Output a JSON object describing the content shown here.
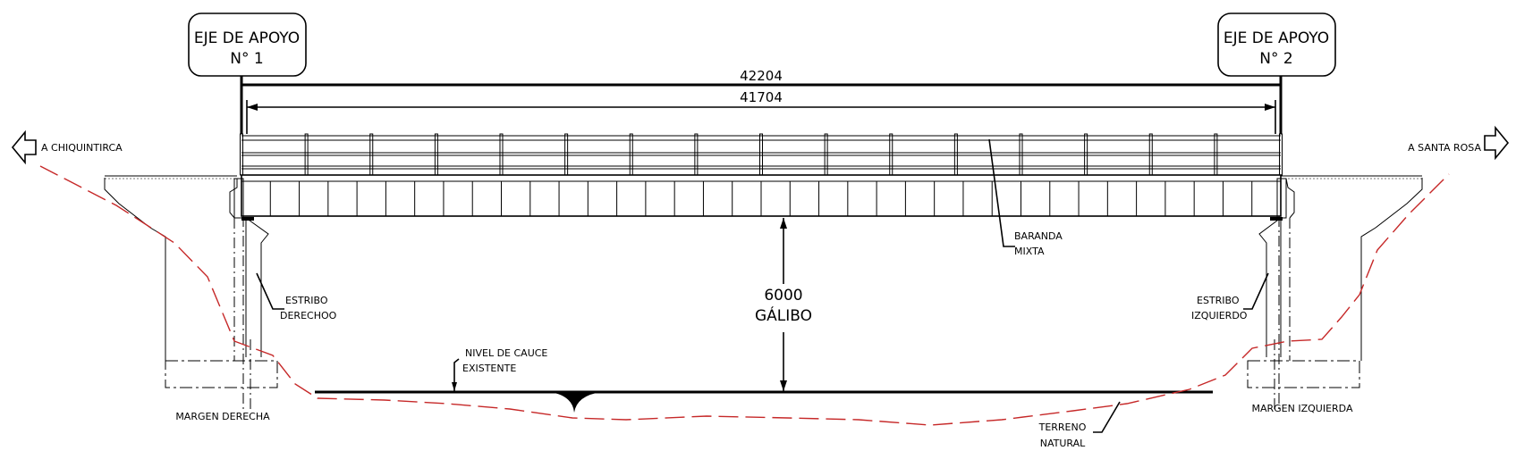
{
  "axes": {
    "left_line1": "EJE DE APOYO",
    "left_line2": "N° 1",
    "right_line1": "EJE DE APOYO",
    "right_line2": "N° 2"
  },
  "dimensions": {
    "total_length": "42204",
    "span_length": "41704",
    "clearance_value": "6000",
    "clearance_label": "GÁLIBO"
  },
  "directions": {
    "left": "A CHIQUINTIRCA",
    "right": "A SANTA ROSA"
  },
  "labels": {
    "railing_line1": "BARANDA",
    "railing_line2": "MIXTA",
    "abutment_right_line1": "ESTRIBO",
    "abutment_right_line2": "DERECHOO",
    "abutment_left_line1": "ESTRIBO",
    "abutment_left_line2": "IZQUIERDO",
    "riverbed_line1": "NIVEL DE CAUCE",
    "riverbed_line2": "EXISTENTE",
    "bank_right": "MARGEN DERECHA",
    "bank_left": "MARGEN IZQUIERDA",
    "terrain_line1": "TERRENO",
    "terrain_line2": "NATURAL"
  },
  "colors": {
    "terrain_line": "#c62828",
    "line_work": "#000000"
  },
  "icons": {
    "left_direction": "arrow-left-icon",
    "right_direction": "arrow-right-icon"
  }
}
